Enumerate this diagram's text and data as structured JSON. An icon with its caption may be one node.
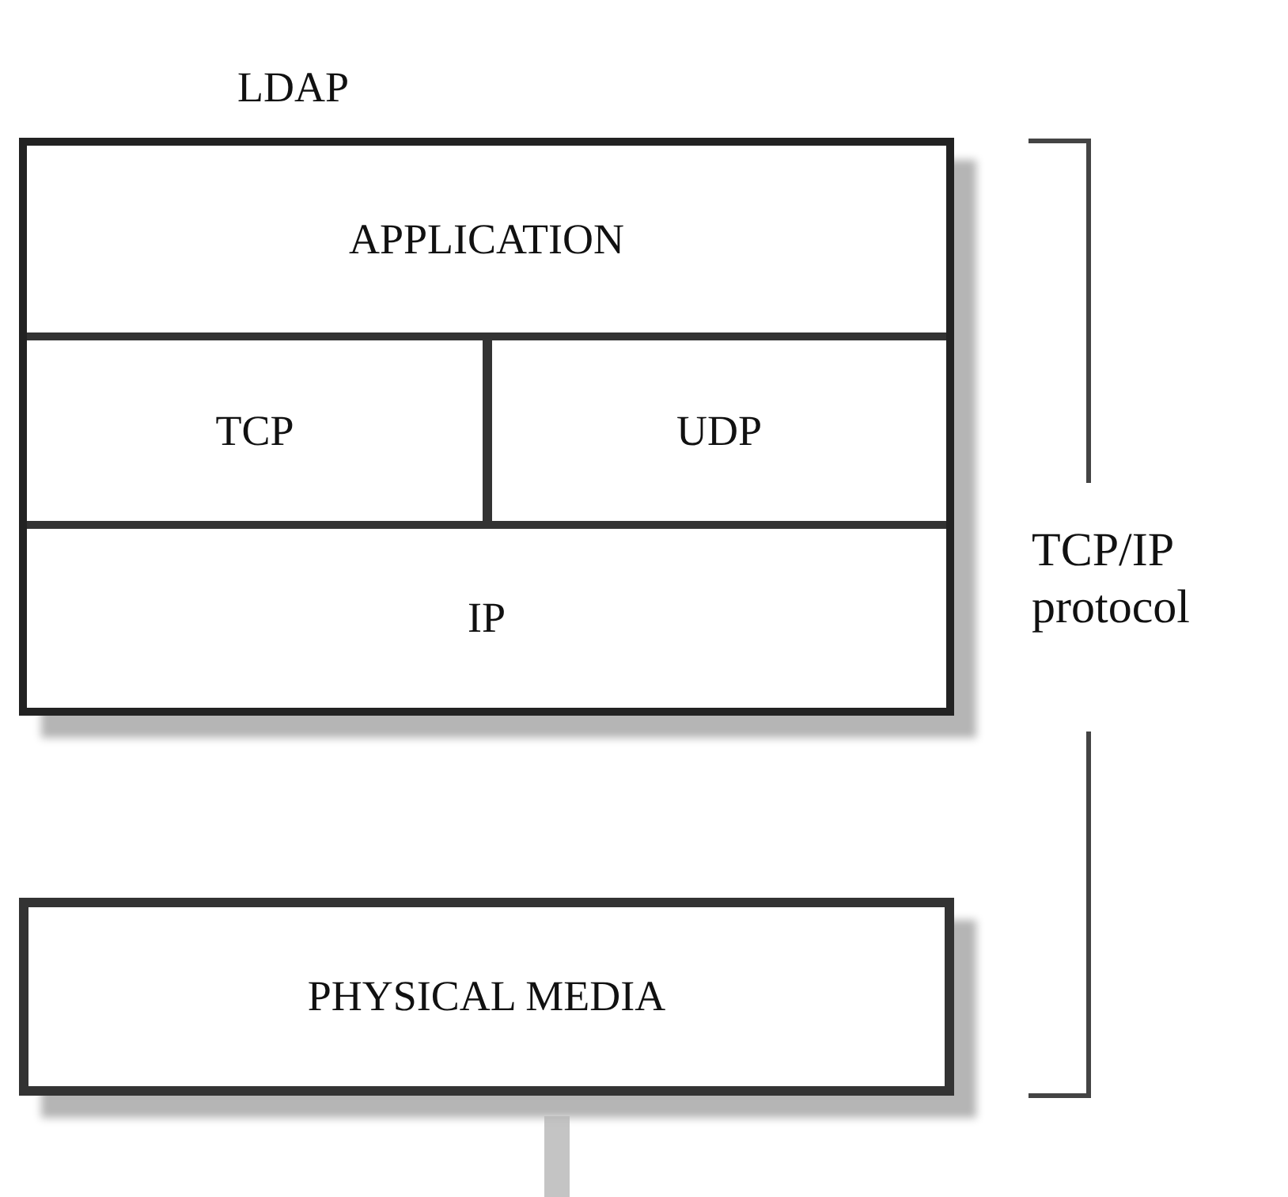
{
  "diagram": {
    "title": "LDAP",
    "nodes": [
      {
        "text": [
          "APPLICATION"
        ]
      },
      {
        "text": [
          "TCP"
        ]
      },
      {
        "text": [
          "UDP"
        ]
      },
      {
        "text": [
          "IP"
        ]
      },
      {
        "text": [
          "PHYSICAL MEDIA"
        ]
      }
    ],
    "labels": [
      "TCP/IP protocol"
    ]
  }
}
